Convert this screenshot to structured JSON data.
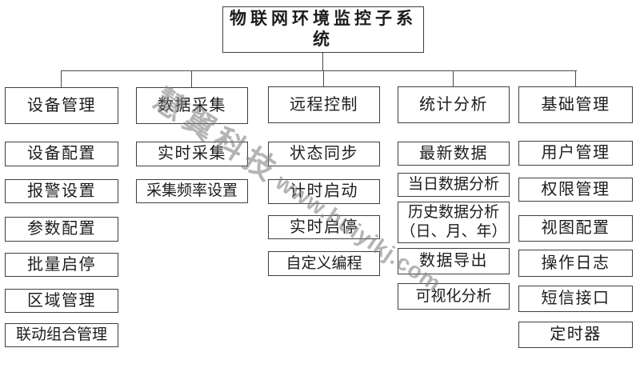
{
  "title": "物联网环境监控子系统",
  "watermark": {
    "cjk": "慧翼科技",
    "latin": "www.huiyikj.com"
  },
  "columns": [
    {
      "header": "设备管理",
      "items": [
        "设备配置",
        "报警设置",
        "参数配置",
        "批量启停",
        "区域管理",
        "联动组合管理"
      ]
    },
    {
      "header": "数据采集",
      "items": [
        "实时采集",
        "采集频率设置"
      ]
    },
    {
      "header": "远程控制",
      "items": [
        "状态同步",
        "计时启动",
        "实时启停",
        "自定义编程"
      ]
    },
    {
      "header": "统计分析",
      "items": [
        "最新数据",
        "当日数据分析",
        "历史数据分析（日、月、年）",
        "数据导出",
        "可视化分析"
      ]
    },
    {
      "header": "基础管理",
      "items": [
        "用户管理",
        "权限管理",
        "视图配置",
        "操作日志",
        "短信接口",
        "定时器"
      ]
    }
  ],
  "colors": {
    "box_border": "#3f3f3f",
    "connector_line": "#4a4a4a",
    "text": "#1c1c1c",
    "watermark": "#7d7d7d",
    "background": "#ffffff"
  }
}
